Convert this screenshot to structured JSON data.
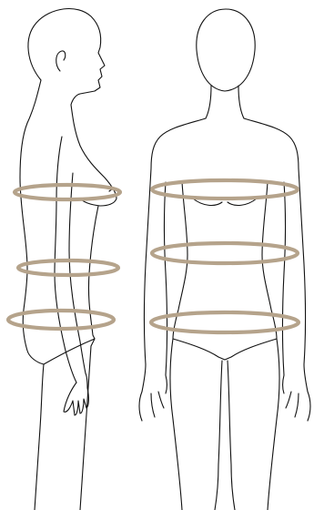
{
  "colors": {
    "outline": "#111111",
    "tape": "#b5a38b",
    "background": "#ffffff"
  },
  "figures": [
    {
      "view": "side",
      "tapes": [
        "bust",
        "waist",
        "hip"
      ]
    },
    {
      "view": "front",
      "tapes": [
        "bust",
        "waist",
        "hip"
      ]
    }
  ]
}
